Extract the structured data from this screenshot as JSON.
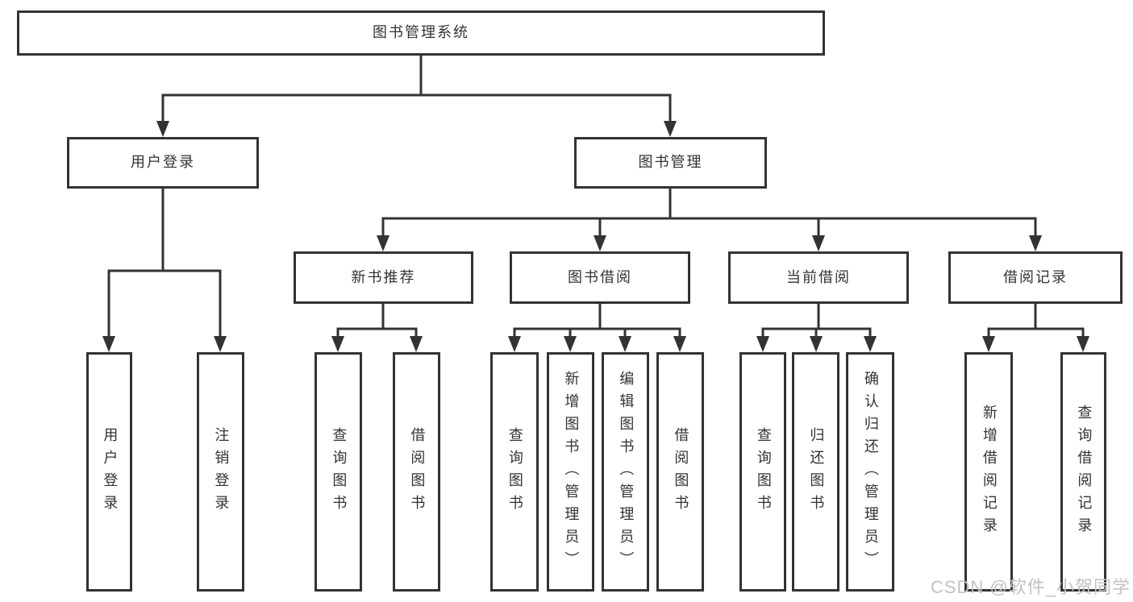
{
  "diagram_title": "图书管理系统",
  "nodes": {
    "root": {
      "label": "图书管理系统"
    },
    "user_login": {
      "label": "用户登录"
    },
    "book_management": {
      "label": "图书管理"
    },
    "login": {
      "label": "用户登录"
    },
    "logout": {
      "label": "注销登录"
    },
    "new_book_recommend": {
      "label": "新书推荐"
    },
    "book_borrowing": {
      "label": "图书借阅"
    },
    "current_borrowing": {
      "label": "当前借阅"
    },
    "borrowing_records": {
      "label": "借阅记录"
    },
    "recommend_query_books": {
      "label": "查询图书"
    },
    "recommend_borrow_books": {
      "label": "借阅图书"
    },
    "borrowing_query_books": {
      "label": "查询图书"
    },
    "borrowing_add_books": {
      "label": "新增图书（管理员）"
    },
    "borrowing_edit_books": {
      "label": "编辑图书（管理员）"
    },
    "borrowing_borrow_books": {
      "label": "借阅图书"
    },
    "current_query_books": {
      "label": "查询图书"
    },
    "current_return_books": {
      "label": "归还图书"
    },
    "current_confirm_return": {
      "label": "确认归还（管理员）"
    },
    "records_add_record": {
      "label": "新增借阅记录"
    },
    "records_query_record": {
      "label": "查询借阅记录"
    }
  },
  "watermark": {
    "text": "CSDN @软件_小贺同学"
  },
  "colors": {
    "line": "#333333",
    "node_border": "#333333",
    "node_background": "#ffffff",
    "text": "#333333",
    "watermark": "#c2c2c2",
    "background": "#ffffff"
  }
}
